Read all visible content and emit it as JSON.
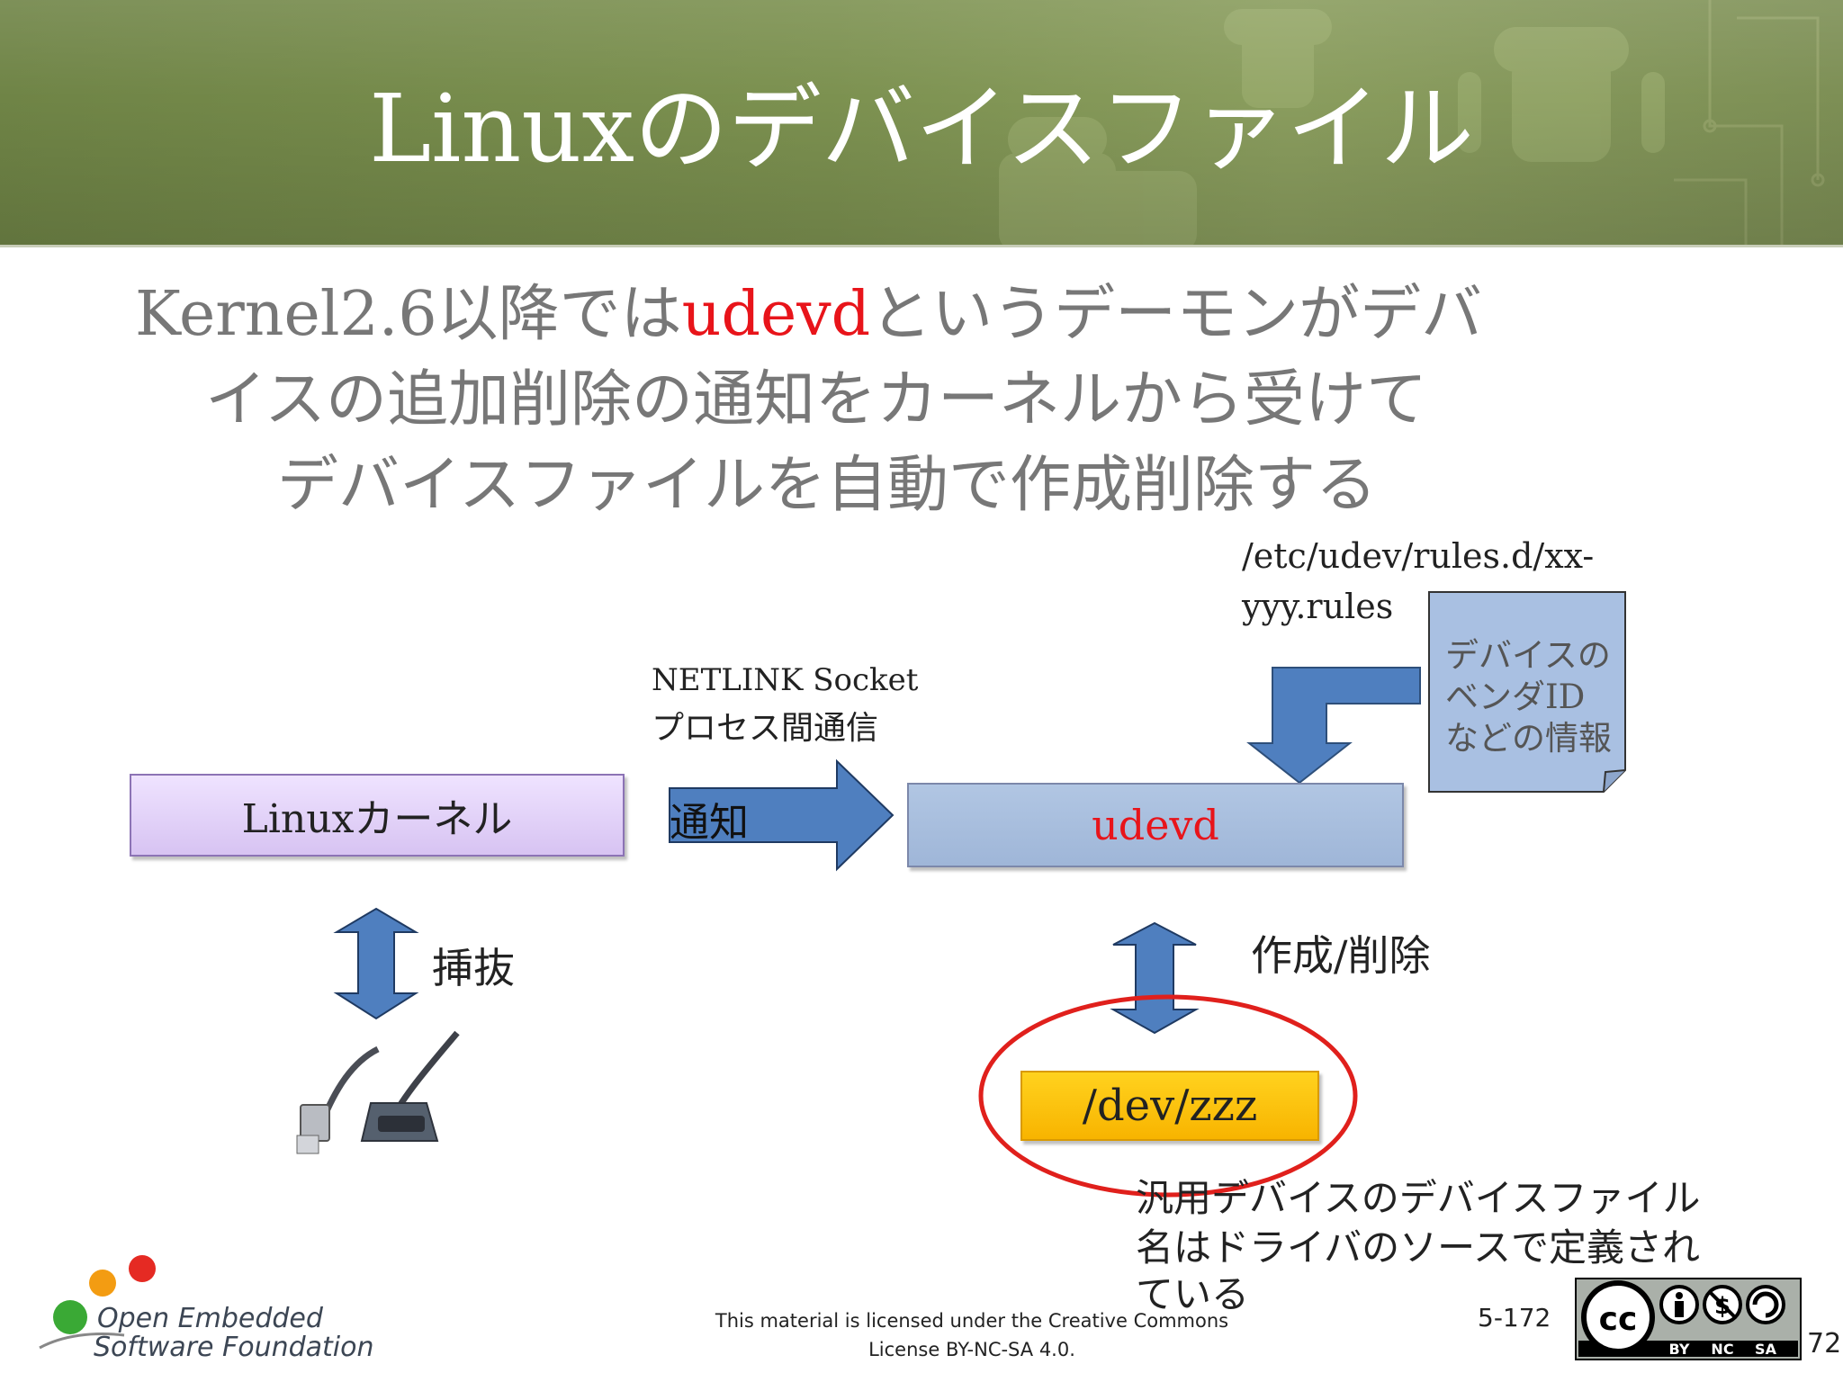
{
  "slide": {
    "title": "Linuxのデバイスファイル",
    "bullet": {
      "line1_prefix": "Kernel2.6以降では",
      "line1_highlight": "udevd",
      "line1_suffix": "というデーモンがデバ",
      "line2": "イスの追加削除の通知をカーネルから受けて",
      "line3": "デバイスファイルを自動で作成削除する"
    }
  },
  "diagram": {
    "rules_path_line1": "/etc/udev/rules.d/xx-",
    "rules_path_line2": "yyy.rules",
    "netlink_line1": "NETLINK Socket",
    "netlink_line2": "プロセス間通信",
    "kernel_box": "Linuxカーネル",
    "notify_arrow": "通知",
    "udevd_box": "udevd",
    "rules_note": [
      "デバイスの",
      "ベンダID",
      "などの情報"
    ],
    "insert_label": "挿抜",
    "create_delete_label": "作成/削除",
    "dev_box": "/dev/zzz",
    "description": [
      "汎用デバイスのデバイスファイル",
      "名はドライバのソースで定義され",
      "ている"
    ]
  },
  "footer": {
    "org_line1": "Open Embedded",
    "org_line2": "Software Foundation",
    "license_line1": "This material is licensed under the Creative Commons",
    "license_line2": "License BY-NC-SA 4.0.",
    "page_number": "5-172",
    "page_number_tail": "72",
    "cc_labels": [
      "cc",
      "BY",
      "NC",
      "SA"
    ]
  },
  "colors": {
    "header_green": "#7c9150",
    "highlight_red": "#e8141a",
    "kernel_purple": "#d7c3f2",
    "udevd_blue": "#a9bfe0",
    "arrow_blue": "#4f7fbf",
    "dev_yellow": "#fcc30c",
    "circle_red": "#e0201c"
  },
  "icons": {
    "header_art": "android-robot-icon",
    "usb_cable": "usb-serial-cable-icon",
    "org_logo": "oesf-dots-logo-icon",
    "license_badge": "creative-commons-by-nc-sa-icon"
  }
}
